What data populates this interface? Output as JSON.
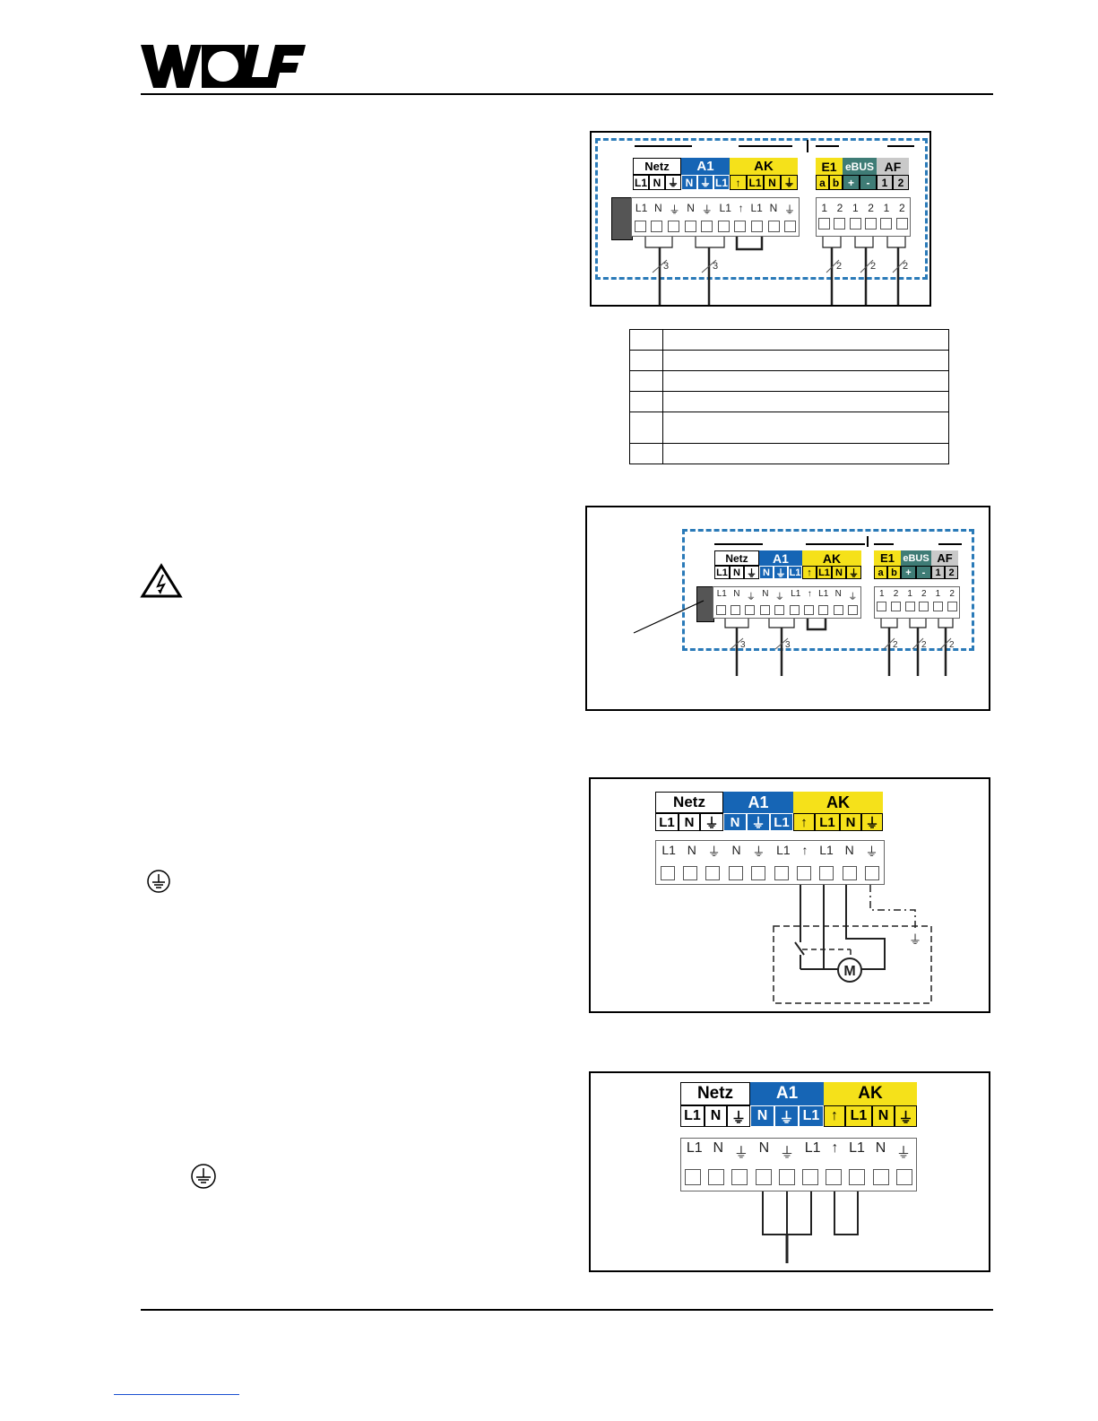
{
  "brand": {
    "logo_text": "WOLF"
  },
  "terminals": {
    "netz": {
      "label": "Netz",
      "pins": [
        "L1",
        "N",
        "⏚"
      ]
    },
    "a1": {
      "label": "A1",
      "pins": [
        "N",
        "⏚",
        "L1"
      ]
    },
    "ak": {
      "label": "AK",
      "pins": [
        "↑",
        "L1",
        "N",
        "⏚"
      ]
    },
    "e1": {
      "label": "E1",
      "pins": [
        "a",
        "b"
      ]
    },
    "ebus": {
      "label": "eBUS",
      "pins": [
        "+",
        "-"
      ]
    },
    "af": {
      "label": "AF",
      "pins": [
        "1",
        "2"
      ]
    },
    "strip_left": [
      "L1",
      "N",
      "⏚",
      "N",
      "⏚",
      "L1",
      "↑",
      "L1",
      "N",
      "⏚"
    ],
    "strip_right": [
      "1",
      "2",
      "1",
      "2",
      "1",
      "2"
    ],
    "cable_3": "3",
    "cable_2": "2"
  },
  "motor": {
    "label": "M"
  },
  "symbols": {
    "ground": "⏚"
  },
  "colors": {
    "a1": "#1665b5",
    "ak": "#f5e11a",
    "ebus": "#3f7c76",
    "af": "#c9c9c9",
    "dash": "#2a7ab8"
  }
}
